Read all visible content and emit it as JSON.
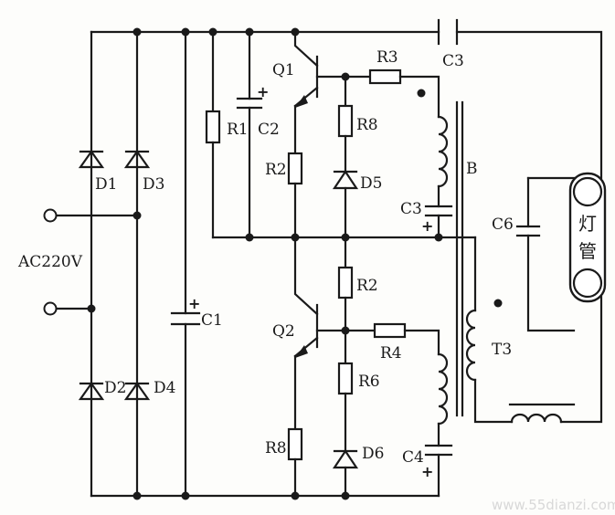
{
  "labels": {
    "d1": "D1",
    "d3": "D3",
    "d2": "D2",
    "d4": "D4",
    "ac": "AC220V",
    "c1": "C1",
    "r1": "R1",
    "c2": "C2",
    "q1": "Q1",
    "r2_upper": "R2",
    "r8_upper": "R8",
    "d5": "D5",
    "r3": "R3",
    "c3_top": "C3",
    "c3_lower": "C3",
    "b": "B",
    "c6": "C6",
    "r2_lower": "R2",
    "q2": "Q2",
    "r4": "R4",
    "r6": "R6",
    "t3": "T3",
    "r8_lower": "R8",
    "d6": "D6",
    "c4": "C4",
    "plus": "+"
  },
  "lamp": {
    "char1": "灯",
    "char2": "管"
  },
  "watermark": "www.55dianzi.com"
}
